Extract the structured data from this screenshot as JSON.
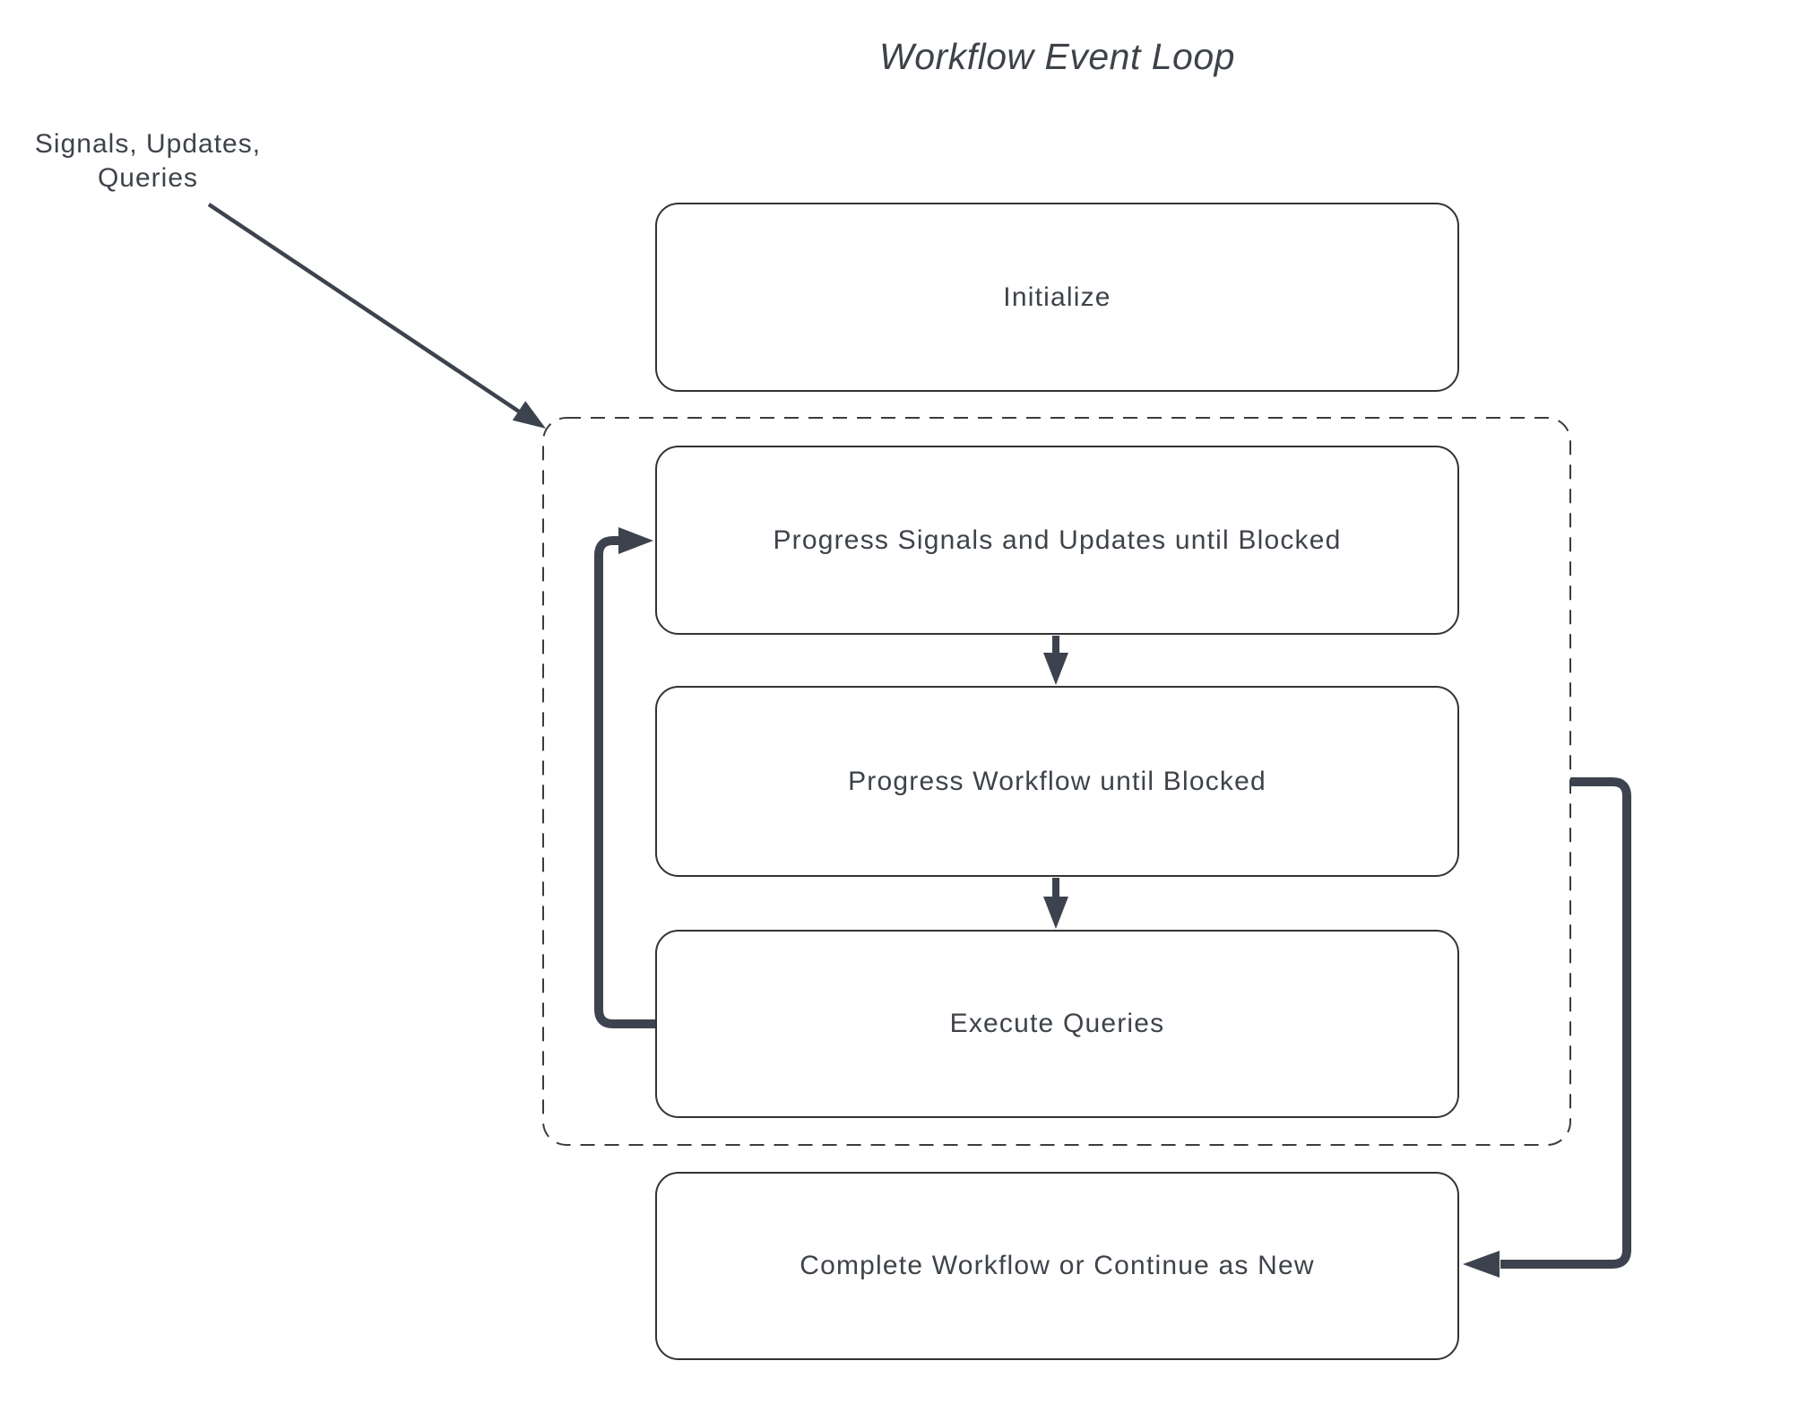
{
  "title": "Workflow Event Loop",
  "annotation": {
    "line1": "Signals, Updates,",
    "line2": "Queries"
  },
  "nodes": {
    "initialize": {
      "label": "Initialize"
    },
    "progress_signals": {
      "label": "Progress Signals and Updates until Blocked"
    },
    "progress_workflow": {
      "label": "Progress Workflow until Blocked"
    },
    "execute_queries": {
      "label": "Execute Queries"
    },
    "complete": {
      "label": "Complete Workflow or Continue as New"
    }
  },
  "container": {
    "name": "event-loop-dashed-group",
    "style": "dashed"
  },
  "edges": [
    {
      "from": "signals-updates-queries-annotation",
      "to": "event-loop-dashed-group",
      "style": "thin-arrow"
    },
    {
      "from": "progress_signals",
      "to": "progress_workflow",
      "style": "down-arrow"
    },
    {
      "from": "progress_workflow",
      "to": "execute_queries",
      "style": "down-arrow"
    },
    {
      "from": "execute_queries",
      "to": "progress_signals",
      "style": "thick-loop-arrow"
    },
    {
      "from": "event-loop-dashed-group",
      "to": "complete",
      "style": "thick-exit-arrow"
    }
  ],
  "colors": {
    "accent": "#3d434e",
    "box_border": "#333333",
    "dashed_border": "#3c3c3c",
    "text": "#3e434a",
    "background": "#ffffff"
  }
}
